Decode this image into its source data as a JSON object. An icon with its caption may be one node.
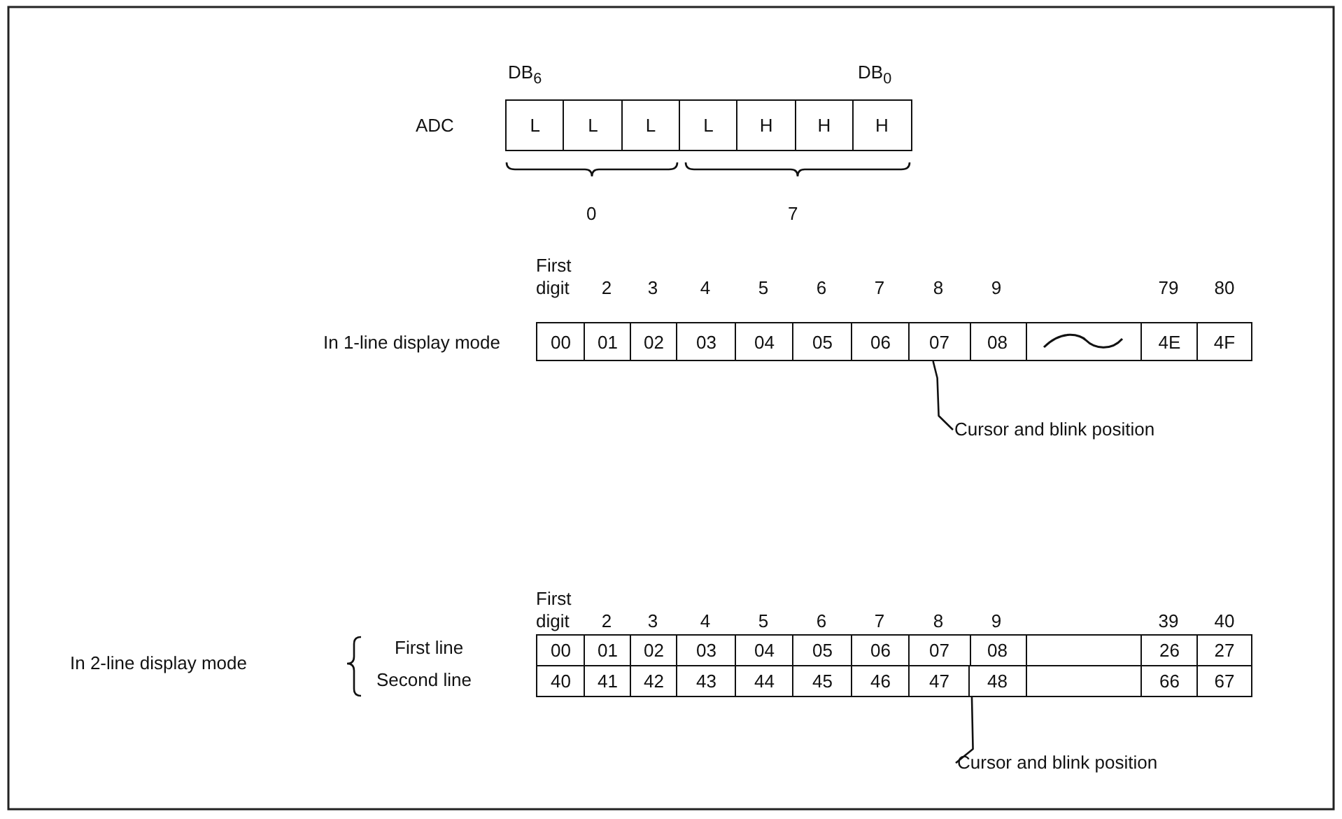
{
  "diagram": {
    "nodes": [
      {
        "text": [
          "07"
        ]
      },
      {
        "text": [
          "Cursor and blink position"
        ]
      },
      {
        "text": [
          "07"
        ]
      },
      {
        "text": [
          "Cursor and blink position"
        ]
      }
    ],
    "edges": [
      {
        "from": 1,
        "to": 0,
        "arrow": "none"
      },
      {
        "from": 3,
        "to": 2,
        "arrow": "none"
      }
    ],
    "labels": [
      "DB$_{6}$",
      "DB$_{0}$",
      "ADC",
      "L",
      "L",
      "L",
      "L",
      "H",
      "H",
      "H",
      "0",
      "7",
      "First digit",
      "2",
      "3",
      "4",
      "5",
      "6",
      "7",
      "8",
      "9",
      "79",
      "80",
      "In 1-line display mode",
      "00",
      "01",
      "02",
      "03",
      "04",
      "05",
      "06",
      "08",
      "4E",
      "4F",
      "First digit",
      "2",
      "3",
      "4",
      "5",
      "6",
      "7",
      "8",
      "9",
      "39",
      "40",
      "In 2-line display mode",
      "First line",
      "00",
      "01",
      "02",
      "03",
      "04",
      "05",
      "06",
      "08",
      "26",
      "27",
      "Second line",
      "40",
      "41",
      "42",
      "43",
      "44",
      "45",
      "46",
      "47",
      "48",
      "66",
      "67"
    ]
  }
}
